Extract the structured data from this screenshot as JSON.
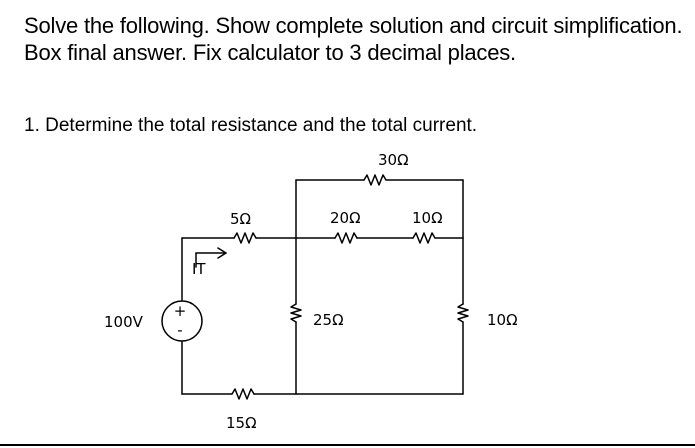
{
  "instructions": "Solve the following. Show complete solution and circuit simplification. Box final answer. Fix calculator to 3 decimal places.",
  "question": "1. Determine the total resistance and the total current.",
  "circuit": {
    "source": "100V",
    "source_plus": "+",
    "source_minus": "-",
    "current_label": "IT",
    "r1": "5Ω",
    "r2": "15Ω",
    "r3": "25Ω",
    "r4": "20Ω",
    "r5": "10Ω",
    "r6": "30Ω",
    "r7": "10Ω"
  }
}
